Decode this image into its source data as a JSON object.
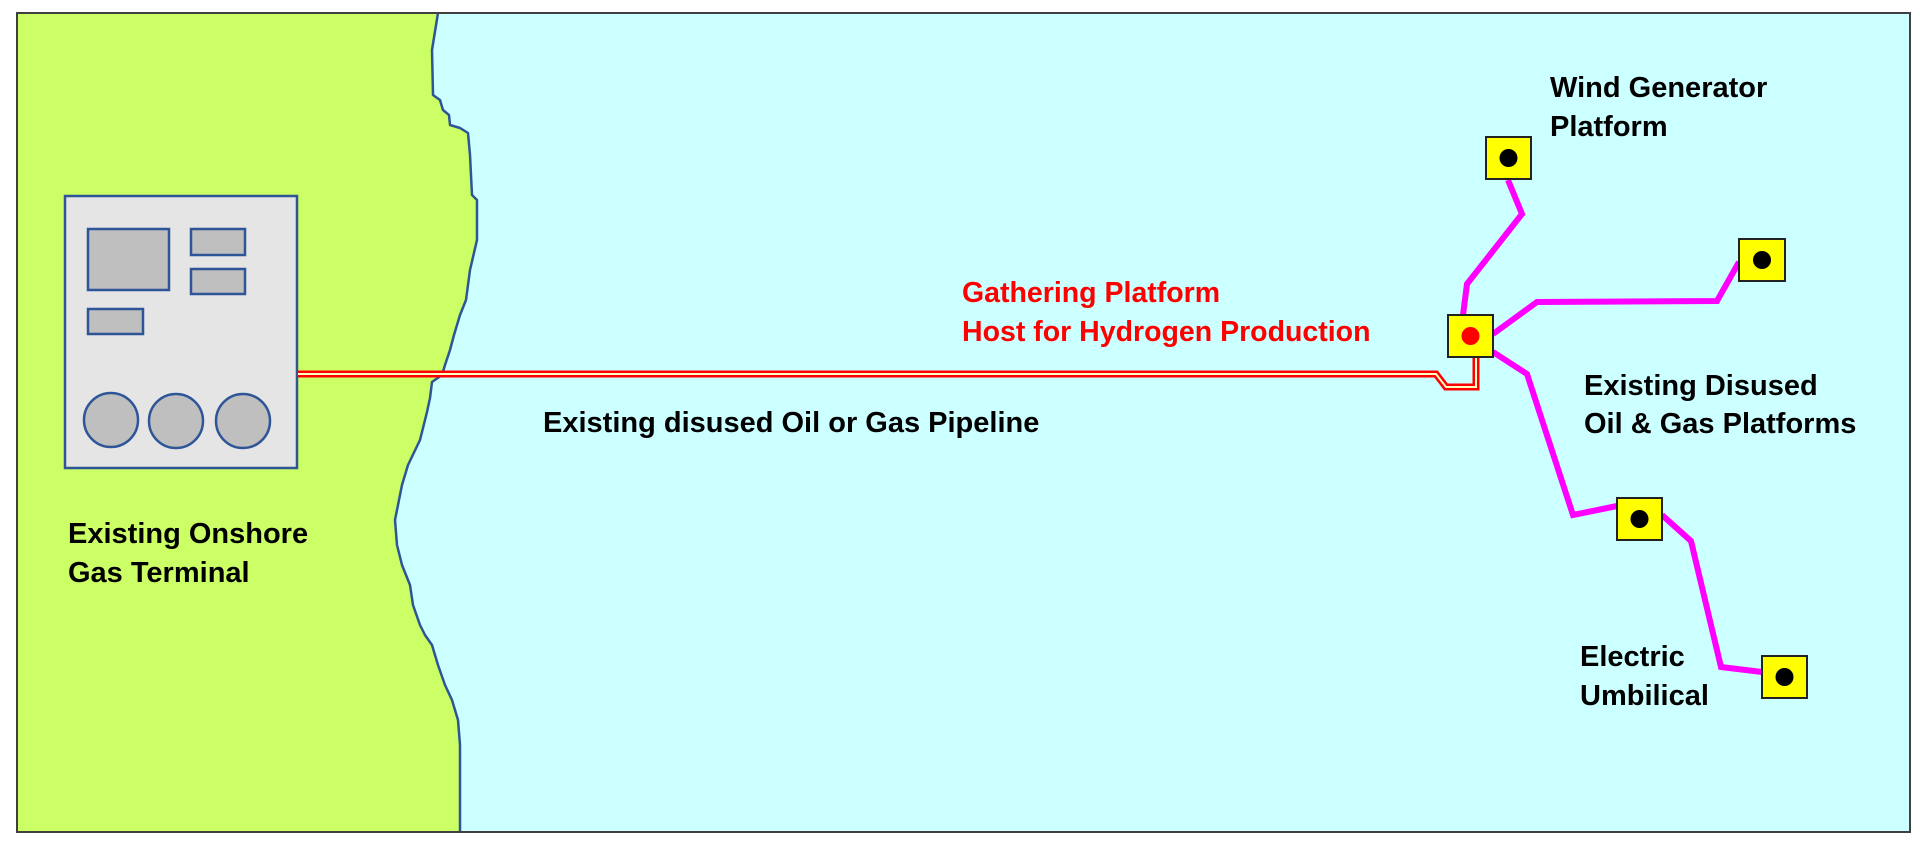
{
  "colors": {
    "land": "#ccff66",
    "sea": "#ccffff",
    "frame": "#404040",
    "coastline": "#2e5597",
    "terminal_fill": "#e5e5e5",
    "equipment_fill": "#bfbfbf",
    "pipeline": "#ff0000",
    "umbilical": "#ff00ff",
    "platform_fill": "#ffff00",
    "platform_marker": "#000000",
    "host_marker": "#ff0000"
  },
  "onshore_terminal": {
    "label_line1": "Existing Onshore",
    "label_line2": "Gas Terminal",
    "icon": "gas-terminal-icon",
    "tanks": 3,
    "buildings": 4
  },
  "pipeline": {
    "label": "Existing disused Oil or Gas Pipeline"
  },
  "gathering_platform": {
    "label_line1": "Gathering Platform",
    "label_line2": "Host for Hydrogen Production",
    "icon": "host-platform-icon"
  },
  "wind_platform": {
    "label_line1": "Wind Generator",
    "label_line2": "Platform",
    "icon": "platform-icon"
  },
  "disused_platforms": {
    "label_line1": "Existing Disused",
    "label_line2": "Oil & Gas Platforms",
    "count": 3,
    "icon": "platform-icon"
  },
  "umbilical": {
    "label_line1": "Electric",
    "label_line2": "Umbilical"
  }
}
